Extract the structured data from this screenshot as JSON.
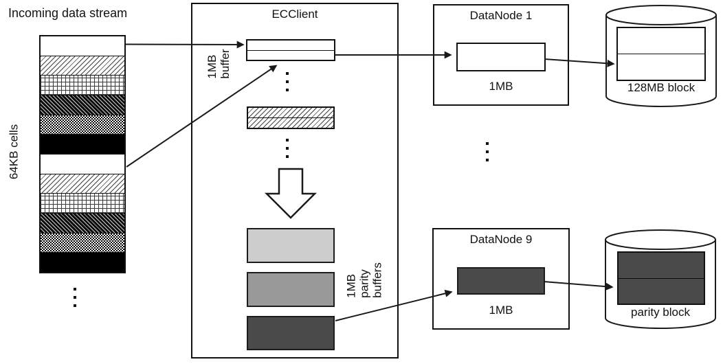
{
  "labels": {
    "incoming_stream": "Incoming data stream",
    "cell_size": "64KB cells"
  },
  "stack": {
    "cells": [
      "white",
      "diag-light",
      "grid",
      "diag-dark",
      "checker",
      "black",
      "white",
      "diag-light",
      "grid",
      "diag-dark",
      "checker",
      "black"
    ]
  },
  "ecclient": {
    "title": "ECClient",
    "buffer_label": [
      "1MB",
      "buffer"
    ],
    "parity_label": [
      "1MB",
      "parity",
      "buffers"
    ]
  },
  "datanode1": {
    "title": "DataNode 1",
    "size": "1MB"
  },
  "datanode9": {
    "title": "DataNode 9",
    "size": "1MB"
  },
  "storage": {
    "data_block_label": "128MB block",
    "parity_block_label": "parity block"
  },
  "colors": {
    "parity_light": "#cdcdcd",
    "parity_mid": "#999999",
    "parity_dark": "#4a4a4a",
    "line": "#1a1a1a"
  },
  "icons": {
    "vertical_ellipsis": "⋮",
    "big_down_arrow": "⇩"
  }
}
